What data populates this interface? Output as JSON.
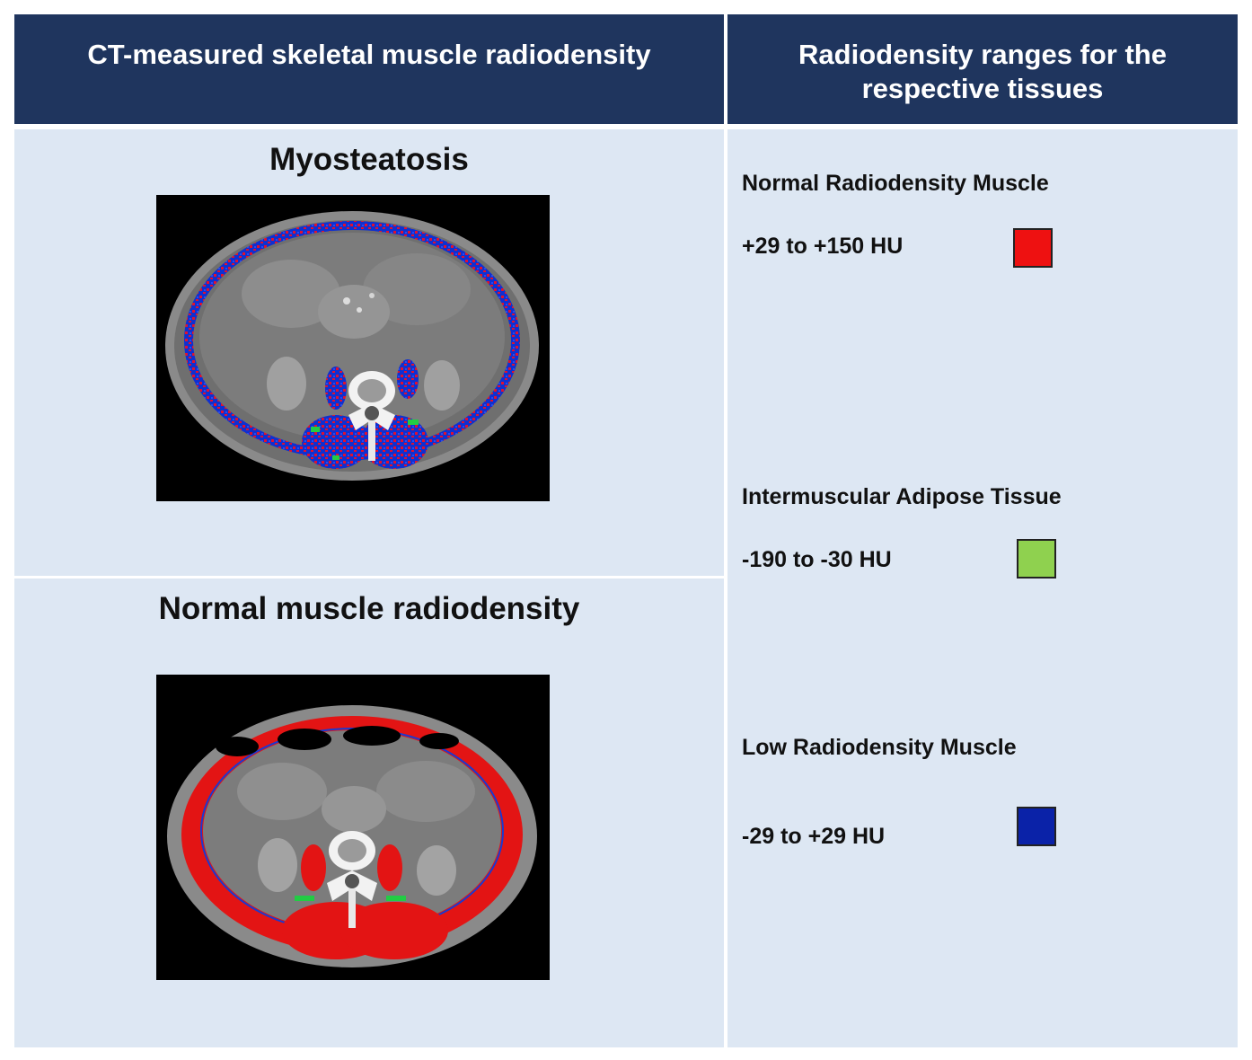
{
  "header": {
    "left_title": "CT-measured skeletal muscle radiodensity",
    "right_title_line1": "Radiodensity ranges for the",
    "right_title_line2": "respective tissues"
  },
  "panels": {
    "myosteatosis": {
      "title": "Myosteatosis"
    },
    "normal": {
      "title": "Normal muscle radiodensity"
    }
  },
  "legend": {
    "items": [
      {
        "title": "Normal Radiodensity Muscle",
        "range": "+29 to +150 HU",
        "color": "#ee1111"
      },
      {
        "title": "Intermuscular Adipose Tissue",
        "range": "-190 to -30 HU",
        "color": "#8fd14f"
      },
      {
        "title": "Low Radiodensity Muscle",
        "range": "-29 to +29  HU",
        "color": "#0a22a8"
      }
    ]
  }
}
